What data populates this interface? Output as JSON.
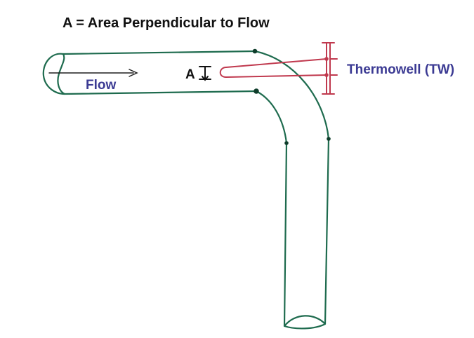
{
  "title": "A = Area Perpendicular to Flow",
  "labels": {
    "flow": "Flow",
    "area": "A",
    "thermowell": "Thermowell (TW)"
  },
  "colors": {
    "pipe": "#1e6b4e",
    "thermowell": "#c0394e",
    "label_blue": "#3b3a93",
    "text": "#111111",
    "background": "#ffffff"
  }
}
